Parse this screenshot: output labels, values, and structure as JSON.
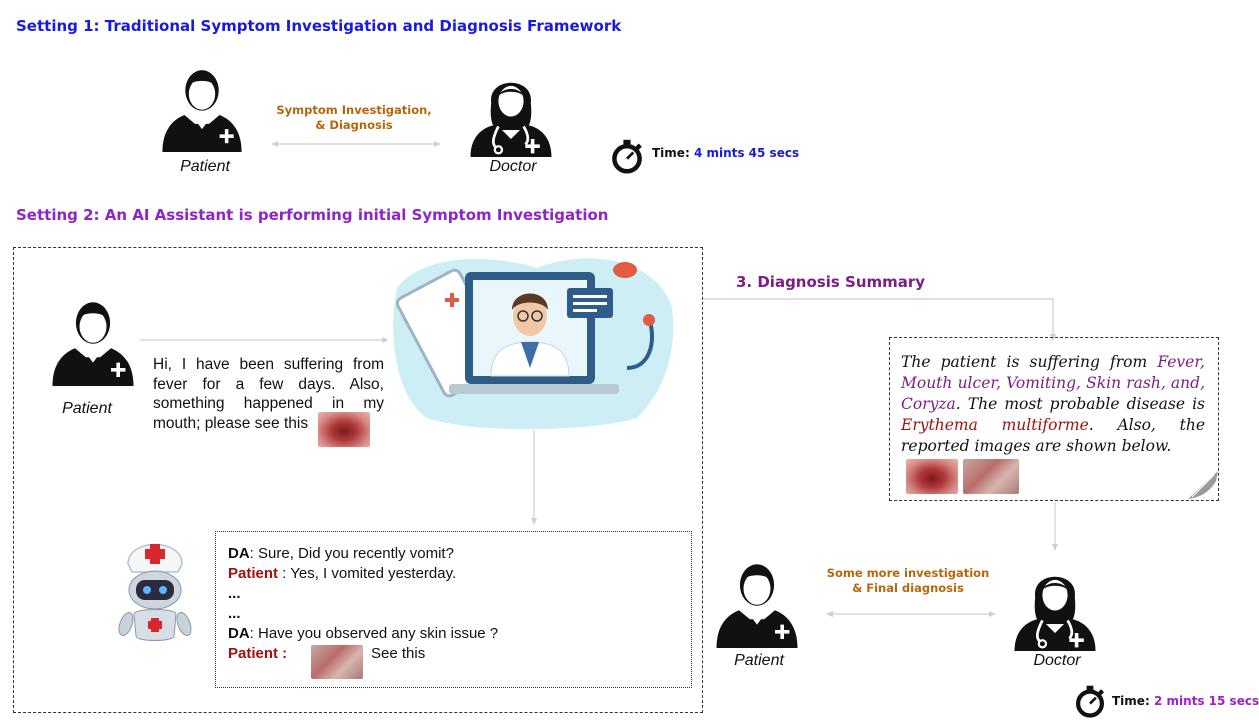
{
  "setting1": {
    "heading": "Setting 1: Traditional Symptom Investigation and Diagnosis Framework",
    "patient_label": "Patient",
    "doctor_label": "Doctor",
    "arrow_label_line1": "Symptom Investigation,",
    "arrow_label_line2": "&  Diagnosis",
    "time_label": "Time:",
    "time_value": "4 mints 45 secs"
  },
  "setting2": {
    "heading": "Setting 2: An AI Assistant is performing initial Symptom Investigation",
    "patient_label": "Patient",
    "patient_message": "Hi, I have been suffering from fever for a few days. Also, something happened in my mouth; please see this",
    "chat": {
      "line1_speaker": "DA",
      "line1_text": ": Sure, Did you recently vomit?",
      "line2_speaker": "Patient",
      "line2_text": " : Yes, I vomited yesterday.",
      "ellipsis1": "...",
      "ellipsis2": "...",
      "line3_speaker": "DA",
      "line3_text": ": Have you observed any skin issue ?",
      "line4_speaker": "Patient :",
      "line4_text": "See this"
    }
  },
  "diagnosis": {
    "heading": "3. Diagnosis Summary",
    "summary_pre": "The patient is suffering from ",
    "summary_symptoms": "Fever, Mouth ulcer, Vomiting, Skin rash, and, Coryza",
    "summary_mid": ". The most probable disease is ",
    "summary_disease": "Erythema multiforme",
    "summary_post": ". Also, the reported images are shown below.",
    "arrow_label_line1": "Some more investigation",
    "arrow_label_line2": "& Final diagnosis",
    "patient_label": "Patient",
    "doctor_label": "Doctor",
    "time_label": "Time:",
    "time_value": "2 mints 15 secs"
  },
  "colors": {
    "setting1_heading": "#1a1adb",
    "setting2_heading": "#8e24c9",
    "diagnosis_heading": "#7b1f86",
    "arrow_label": "#b8660c",
    "patient_speaker": "#a01010"
  }
}
